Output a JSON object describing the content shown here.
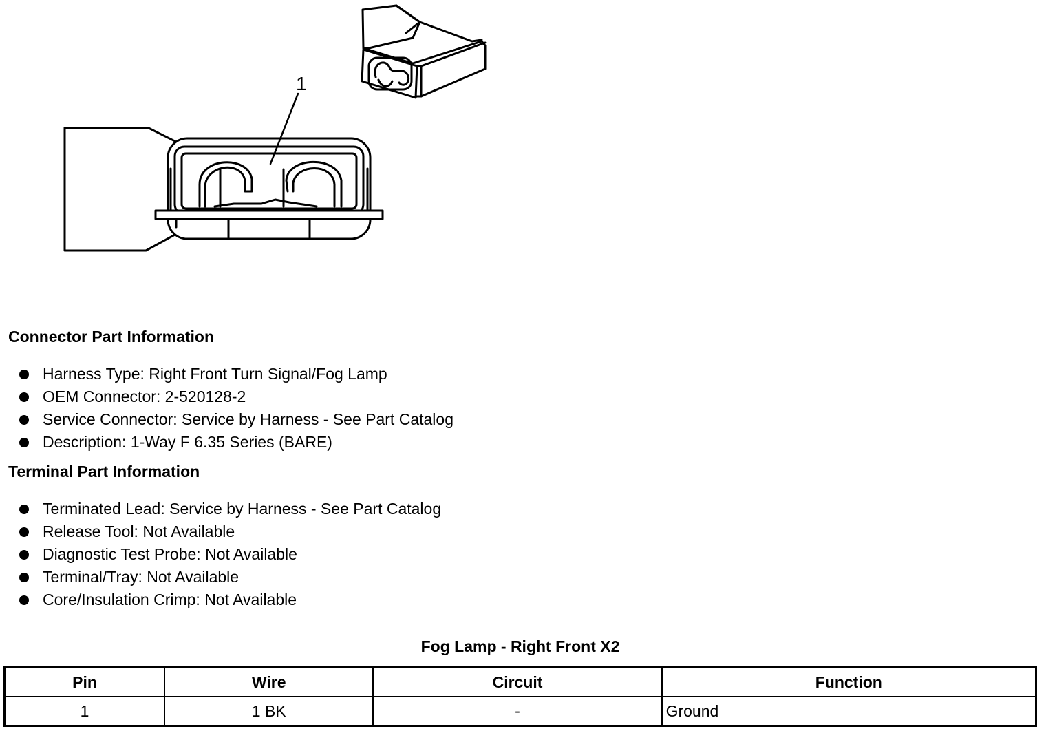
{
  "callout": "1",
  "connector_heading": "Connector Part Information",
  "connector_items": [
    "Harness Type: Right Front Turn Signal/Fog Lamp",
    "OEM Connector: 2-520128-2",
    "Service Connector: Service by Harness - See Part Catalog",
    "Description: 1-Way F 6.35 Series (BARE)"
  ],
  "terminal_heading": "Terminal Part Information",
  "terminal_items": [
    "Terminated Lead: Service by Harness - See Part Catalog",
    "Release Tool: Not Available",
    "Diagnostic Test Probe: Not Available",
    "Terminal/Tray: Not Available",
    "Core/Insulation Crimp: Not Available"
  ],
  "table": {
    "title": "Fog Lamp - Right Front X2",
    "headers": [
      "Pin",
      "Wire",
      "Circuit",
      "Function"
    ],
    "rows": [
      [
        "1",
        "1 BK",
        "-",
        "Ground"
      ]
    ]
  }
}
